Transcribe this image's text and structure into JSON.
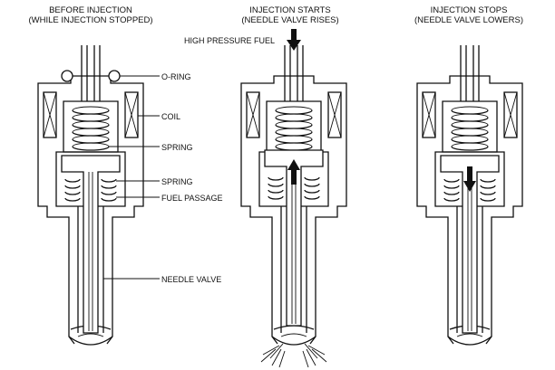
{
  "panels": [
    {
      "title_line1": "BEFORE INJECTION",
      "title_line2": "(WHILE INJECTION STOPPED)"
    },
    {
      "title_line1": "INJECTION STARTS",
      "title_line2": "(NEEDLE VALVE RISES)"
    },
    {
      "title_line1": "INJECTION STOPS",
      "title_line2": "(NEEDLE VALVE LOWERS)"
    }
  ],
  "callouts": {
    "high_pressure_fuel": "HIGH PRESSURE FUEL",
    "o_ring": "O-RING",
    "coil": "COIL",
    "spring_upper": "SPRING",
    "spring_lower": "SPRING",
    "fuel_passage": "FUEL PASSAGE",
    "needle_valve": "NEEDLE VALVE"
  }
}
